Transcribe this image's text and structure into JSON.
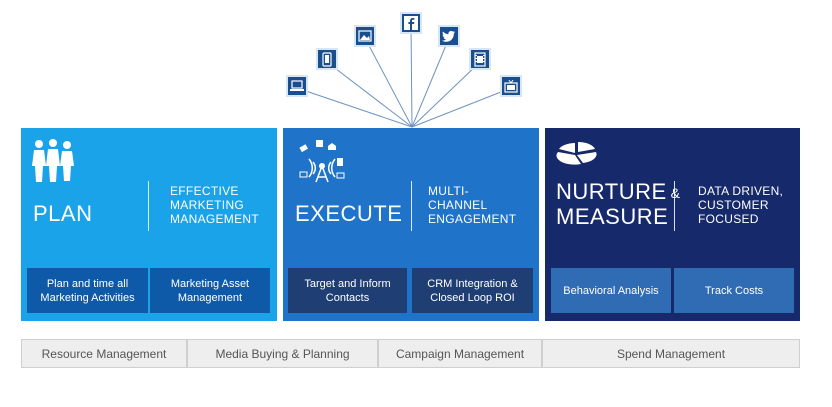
{
  "media_icons": [
    "laptop-icon",
    "mobile-icon",
    "image-icon",
    "facebook-icon",
    "twitter-icon",
    "video-icon",
    "tv-icon"
  ],
  "panels": [
    {
      "title": "PLAN",
      "subtitle_lines": [
        "EFFECTIVE",
        "MARKETING",
        "MANAGEMENT"
      ],
      "boxes": [
        "Plan and time all Marketing Activities",
        "Marketing Asset Management"
      ],
      "color": "#1aa3e8",
      "icon": "people-icon"
    },
    {
      "title": "EXECUTE",
      "subtitle_lines": [
        "MULTI-",
        "CHANNEL",
        "ENGAGEMENT"
      ],
      "boxes": [
        "Target and Inform Contacts",
        "CRM Integration & Closed Loop ROI"
      ],
      "color": "#1f73c8",
      "icon": "broadcast-icon"
    },
    {
      "title_lines": [
        "NURTURE",
        "MEASURE"
      ],
      "title_amp": "&",
      "subtitle_lines": [
        "DATA DRIVEN,",
        "CUSTOMER",
        "FOCUSED"
      ],
      "boxes": [
        "Behavioral Analysis",
        "Track Costs"
      ],
      "color": "#16296b",
      "icon": "pie-chart-icon"
    }
  ],
  "bottom_bar": [
    "Resource Management",
    "Media Buying & Planning",
    "Campaign Management",
    "Spend Management"
  ]
}
